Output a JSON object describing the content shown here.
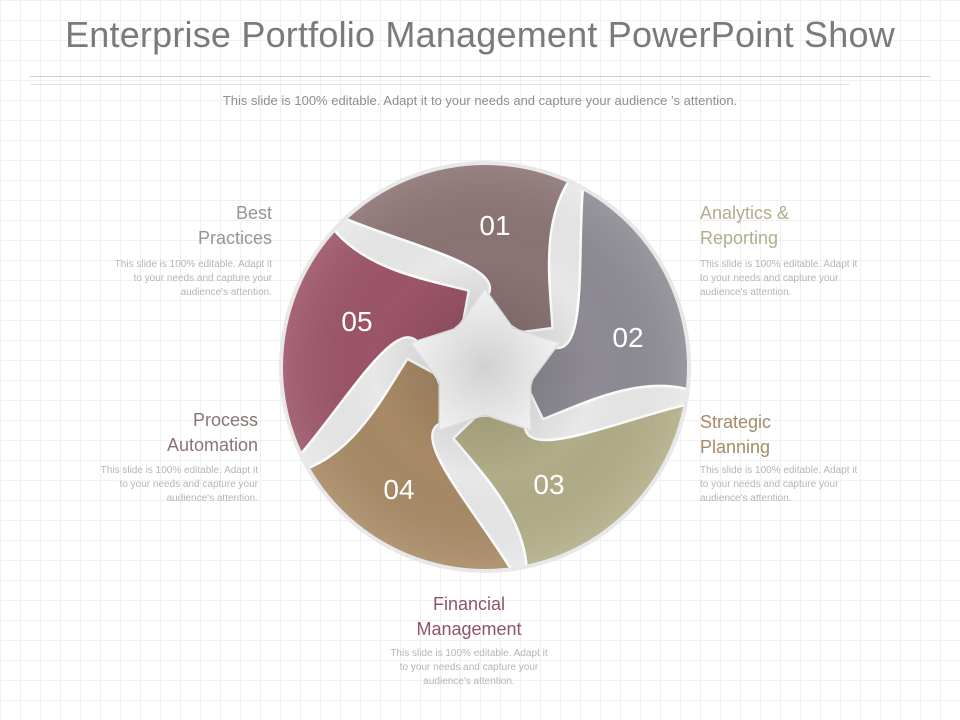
{
  "title": "Enterprise Portfolio Management PowerPoint Show",
  "subtitle": "This slide is 100% editable. Adapt it to your needs and capture your  audience ’s attention.",
  "segments": [
    {
      "number": "01",
      "color": "#8e8b94"
    },
    {
      "number": "02",
      "color": "#b2ad88"
    },
    {
      "number": "03",
      "color": "#a88a66"
    },
    {
      "number": "04",
      "color": "#9c5568"
    },
    {
      "number": "05",
      "color": "#8c7474"
    }
  ],
  "items": {
    "best_practices": {
      "label_line1": "Best",
      "label_line2": "Practices",
      "color": "#959595",
      "desc": [
        "This slide is 100% editable. Adapt it",
        "to your needs and capture your",
        "audience's attention."
      ]
    },
    "analytics": {
      "label_line1": "Analytics &",
      "label_line2": "Reporting",
      "color": "#b2ad8c",
      "desc": [
        "This slide is 100% editable. Adapt it",
        "to your needs and capture your",
        "audience's attention."
      ]
    },
    "process": {
      "label_line1": "Process",
      "label_line2": "Automation",
      "color": "#8a7474",
      "desc": [
        "This slide is 100% editable. Adapt it",
        "to your needs and capture your",
        "audience's attention."
      ]
    },
    "strategic": {
      "label_line1": "Strategic",
      "label_line2": "Planning",
      "color": "#a68a68",
      "desc": [
        "This slide is 100% editable. Adapt it",
        "to your needs and capture your",
        "audience's attention."
      ]
    },
    "financial": {
      "label_line1": "Financial",
      "label_line2": "Management",
      "color": "#8f5464",
      "desc": [
        "This slide is 100% editable. Adapt it",
        "to your needs and capture your",
        "audience's attention."
      ]
    }
  }
}
